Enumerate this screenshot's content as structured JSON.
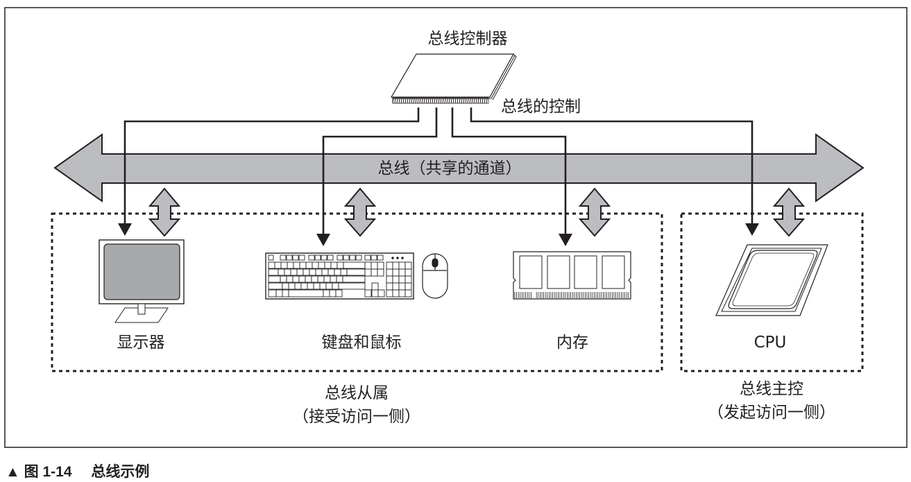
{
  "diagram": {
    "bus_controller": {
      "label": "总线控制器",
      "control_label": "总线的控制"
    },
    "bus": {
      "label": "总线（共享的通道）"
    },
    "slaves": {
      "group_label": "总线从属",
      "group_sublabel": "（接受访问一侧）",
      "devices": [
        {
          "id": "display",
          "label": "显示器",
          "icon": "monitor-icon"
        },
        {
          "id": "keyboard-mouse",
          "label": "键盘和鼠标",
          "icon": "keyboard-icon"
        },
        {
          "id": "memory",
          "label": "内存",
          "icon": "memory-module-icon"
        }
      ]
    },
    "master": {
      "group_label": "总线主控",
      "group_sublabel": "（发起访问一侧）",
      "devices": [
        {
          "id": "cpu",
          "label": "CPU",
          "icon": "cpu-chip-icon"
        }
      ]
    },
    "colors": {
      "bus_fill": "#bcbdc0",
      "stroke": "#231f20",
      "screen_fill": "#a7a9ac"
    }
  },
  "caption": {
    "marker": "▲",
    "figure_number": "图 1-14",
    "title": "总线示例"
  }
}
